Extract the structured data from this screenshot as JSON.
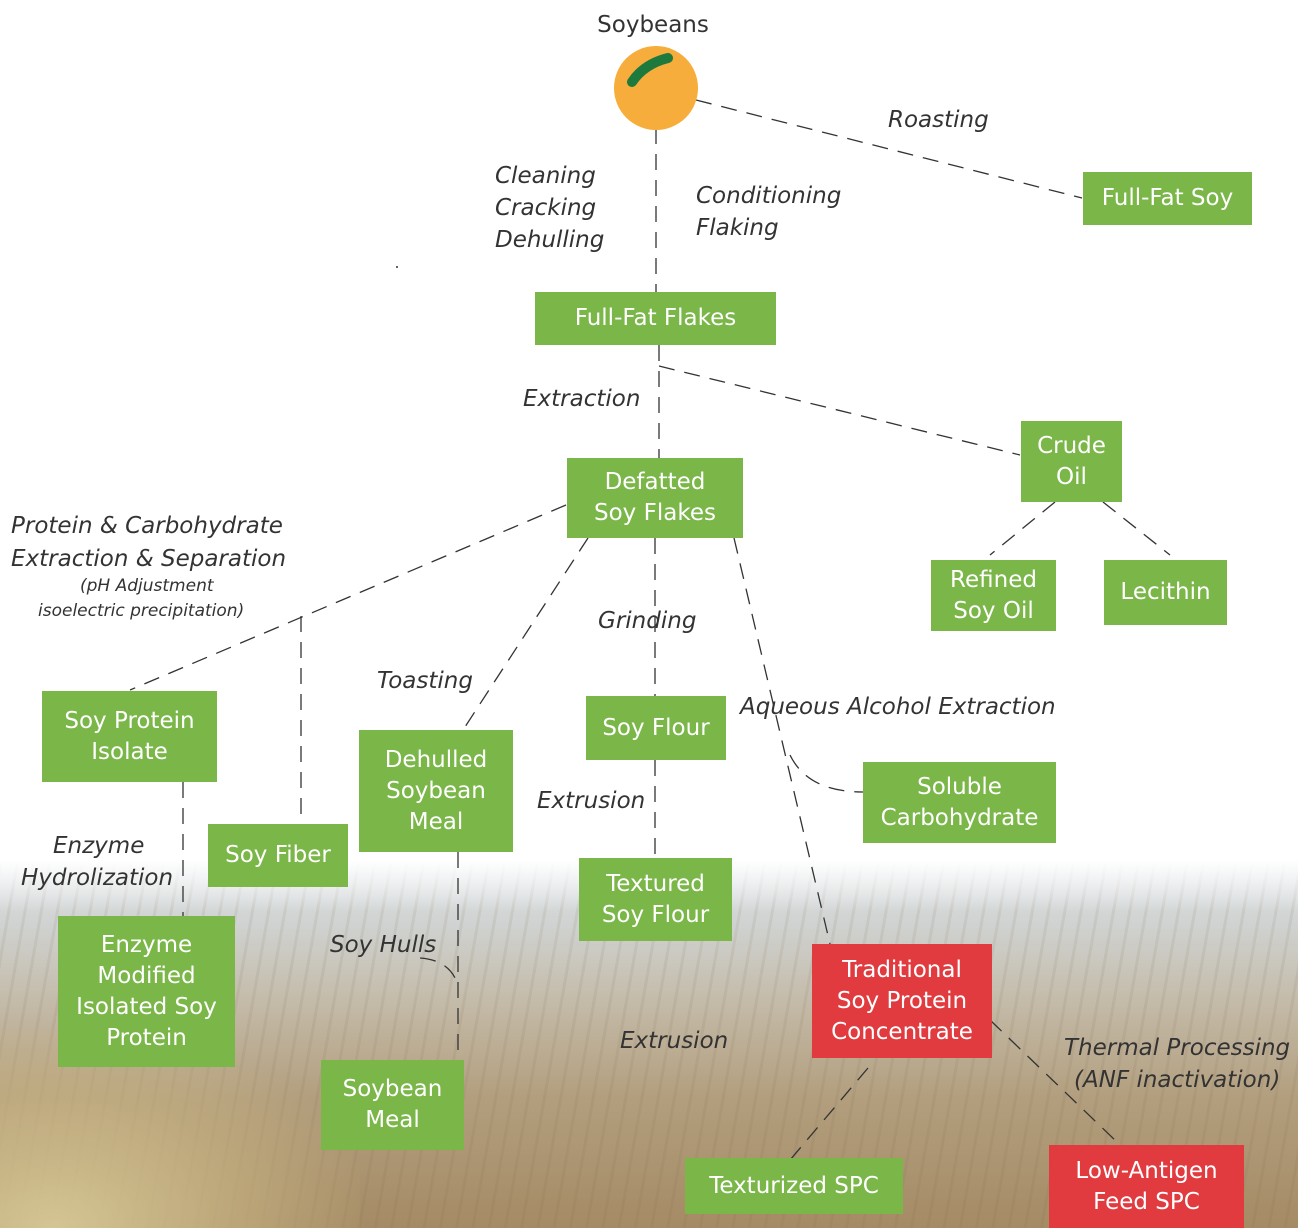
{
  "root": {
    "label": "Soybeans"
  },
  "nodes": {
    "full_fat_soy": "Full-Fat Soy",
    "full_fat_flakes": "Full-Fat Flakes",
    "crude_oil": "Crude\nOil",
    "defatted_soy_flakes": "Defatted\nSoy Flakes",
    "refined_soy_oil": "Refined\nSoy Oil",
    "lecithin": "Lecithin",
    "soy_protein_isolate": "Soy Protein\nIsolate",
    "soy_fiber": "Soy Fiber",
    "dehulled_soybean_meal": "Dehulled\nSoybean\nMeal",
    "soy_flour": "Soy Flour",
    "soluble_carbohydrate": "Soluble\nCarbohydrate",
    "textured_soy_flour": "Textured\nSoy Flour",
    "enzyme_modified_isp": "Enzyme\nModified\nIsolated Soy\nProtein",
    "soybean_meal": "Soybean\nMeal",
    "traditional_spc": "Traditional\nSoy Protein\nConcentrate",
    "texturized_spc": "Texturized SPC",
    "low_antigen_feed_spc": "Low-Antigen\nFeed SPC"
  },
  "labels": {
    "roasting": "Roasting",
    "cleaning": "Cleaning",
    "cracking": "Cracking",
    "dehulling": "Dehulling",
    "conditioning": "Conditioning",
    "flaking": "Flaking",
    "extraction": "Extraction",
    "protein_carb_1": "Protein & Carbohydrate",
    "protein_carb_2": "Extraction & Separation",
    "ph_adjustment": "(pH Adjustment",
    "isoelectric": "isoelectric precipitation)",
    "grinding": "Grinding",
    "toasting": "Toasting",
    "aqueous_alcohol": "Aqueous Alcohol Extraction",
    "extrusion_1": "Extrusion",
    "enzyme": "Enzyme",
    "hydrolization": "Hydrolization",
    "soy_hulls": "Soy Hulls",
    "extrusion_2": "Extrusion",
    "thermal_processing": "Thermal Processing",
    "anf_inactivation": "(ANF inactivation)"
  },
  "colors": {
    "product_node": "#7ab648",
    "spc_node": "#e13b3f",
    "soybean": "#f7ad3b",
    "soybean_mark": "#1e7a3c",
    "edge": "#333333"
  }
}
